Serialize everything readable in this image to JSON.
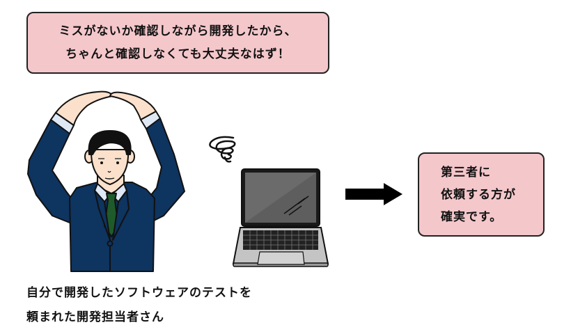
{
  "speech_bubble": {
    "lines": [
      "ミスがないか確認しながら開発したから、",
      "ちゃんと確認しなくても大丈夫なはず！"
    ]
  },
  "recommendation_box": {
    "lines": [
      "第三者に",
      "依頼する方が",
      "確実です。"
    ]
  },
  "caption": {
    "lines": [
      "自分で開発したソフトウェアのテストを",
      "頼まれた開発担当者さん"
    ]
  },
  "illustration": {
    "person": "developer-in-suit-making-ok-circle-sign",
    "laptop": "laptop-icon",
    "arrow": "right-arrow-icon",
    "swirl": "swirl-confusion-icon"
  },
  "colors": {
    "bubble_fill": "#f4c7cb",
    "suit": "#0e3460",
    "tie": "#1f5a2b",
    "skin": "#fbe0cb",
    "shirt": "#dfe8f5",
    "laptop_body": "#b8b8b8",
    "laptop_screen": "#6b6b6b"
  }
}
